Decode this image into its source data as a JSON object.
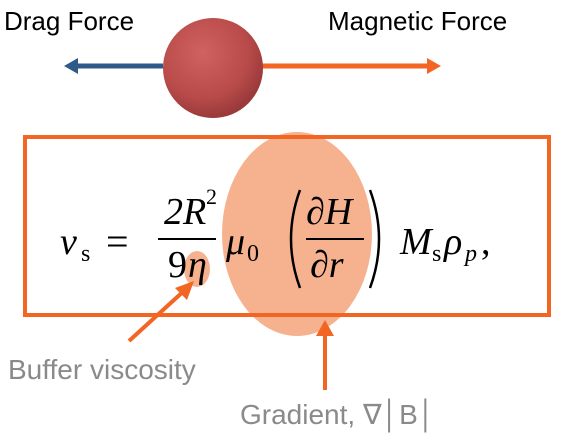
{
  "labels": {
    "drag_force": "Drag Force",
    "magnetic_force": "Magnetic Force",
    "buffer_viscosity": "Buffer viscosity",
    "gradient": "Gradient, ∇│B│"
  },
  "equation": {
    "lhs_var": "v",
    "lhs_sub": "s",
    "equals": "=",
    "frac1_num": "2R",
    "frac1_num_exp": "2",
    "frac1_den": "9",
    "frac1_den_var": "η",
    "mu": "μ",
    "mu_sub": "0",
    "frac2_num": "∂H",
    "frac2_den": "∂r",
    "M": "M",
    "M_sub": "s",
    "rho": "ρ",
    "rho_sub": "p",
    "tail": ","
  },
  "colors": {
    "drag_arrow": "#2E5A8A",
    "magnetic_arrow": "#F26522",
    "particle": "#B84A4A",
    "highlight": "#F4A57B",
    "box_border": "#F26522",
    "annotation_text": "#8A8A8A"
  }
}
